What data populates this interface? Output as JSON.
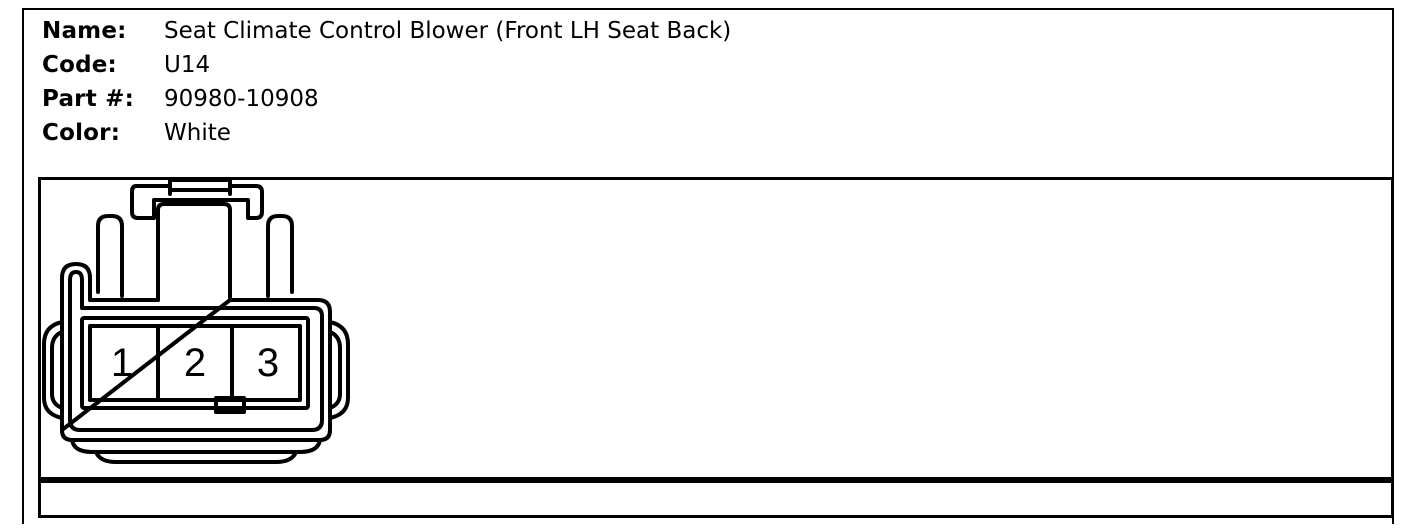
{
  "connector": {
    "name_label": "Name:",
    "name_value": "Seat Climate Control Blower (Front LH Seat Back)",
    "code_label": "Code:",
    "code_value": "U14",
    "part_label": "Part #:",
    "part_value": "90980-10908",
    "color_label": "Color:",
    "color_value": "White"
  },
  "pins": [
    "1",
    "2",
    "3"
  ]
}
